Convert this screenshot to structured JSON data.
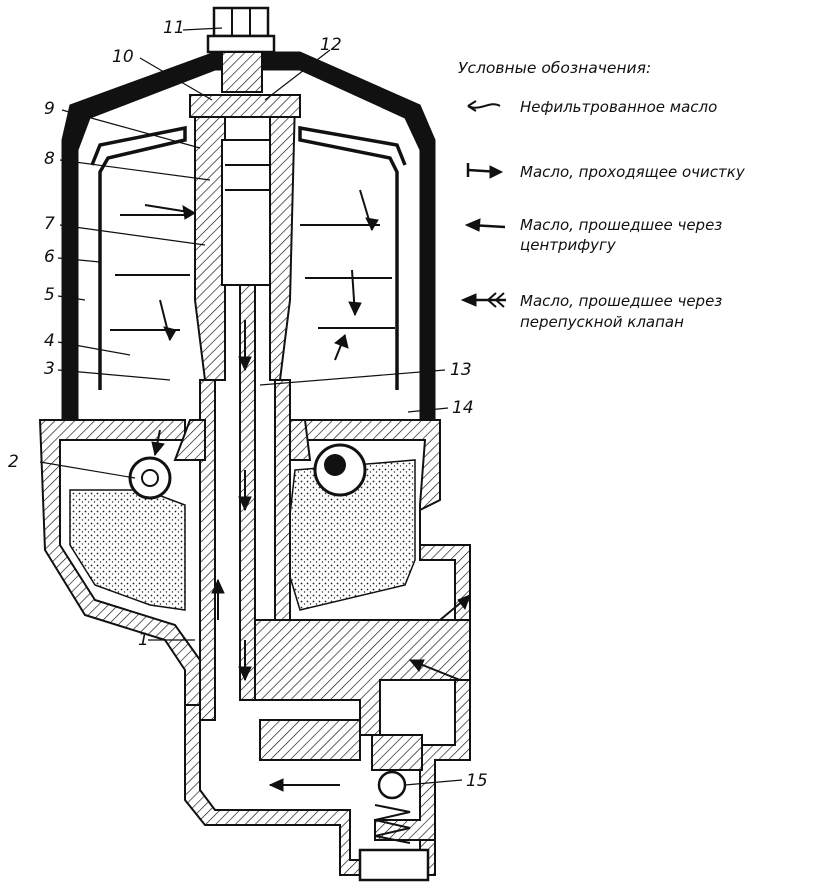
{
  "legend": {
    "title": "Условные обозначения:",
    "items": [
      {
        "key": "unfiltered",
        "text": [
          "Нефильтрованное масло"
        ]
      },
      {
        "key": "cleaning",
        "text": [
          "Масло, проходящее очистку"
        ]
      },
      {
        "key": "centrifuged",
        "text": [
          "Масло, прошедшее через",
          "центрифугу"
        ]
      },
      {
        "key": "bypass",
        "text": [
          "Масло, прошедшее через",
          "перепускной клапан"
        ]
      }
    ]
  },
  "callouts": [
    "1",
    "2",
    "3",
    "4",
    "5",
    "6",
    "7",
    "8",
    "9",
    "10",
    "11",
    "12",
    "13",
    "14",
    "15"
  ]
}
